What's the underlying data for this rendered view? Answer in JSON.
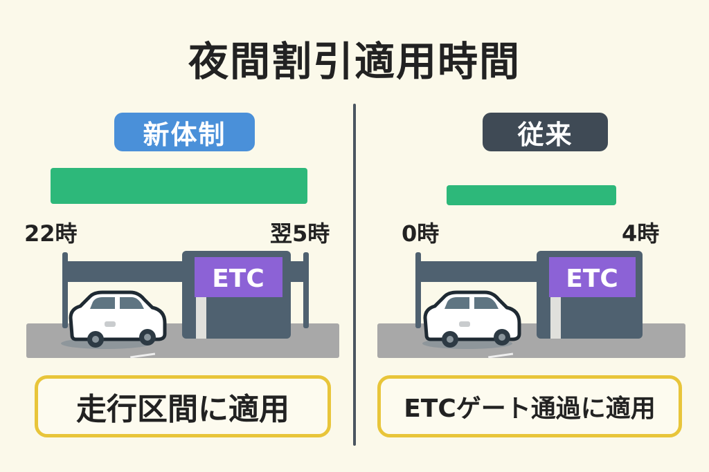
{
  "title": "夜間割引適用時間",
  "colors": {
    "background": "#fbf9ea",
    "new_badge": "#4a90d9",
    "old_badge": "#3f4a55",
    "bar": "#2db87a",
    "sign": "#8c62d6",
    "box_border": "#e8c53a",
    "road": "#a8a8a8",
    "gantry": "#4f6170"
  },
  "left": {
    "badge": "新体制",
    "start_label": "22時",
    "end_label": "翌5時",
    "sign_text": "ETC",
    "caption": "走行区間に適用"
  },
  "right": {
    "badge": "従来",
    "start_label": "0時",
    "end_label": "4時",
    "sign_text": "ETC",
    "caption": "ETCゲート通過に適用"
  }
}
